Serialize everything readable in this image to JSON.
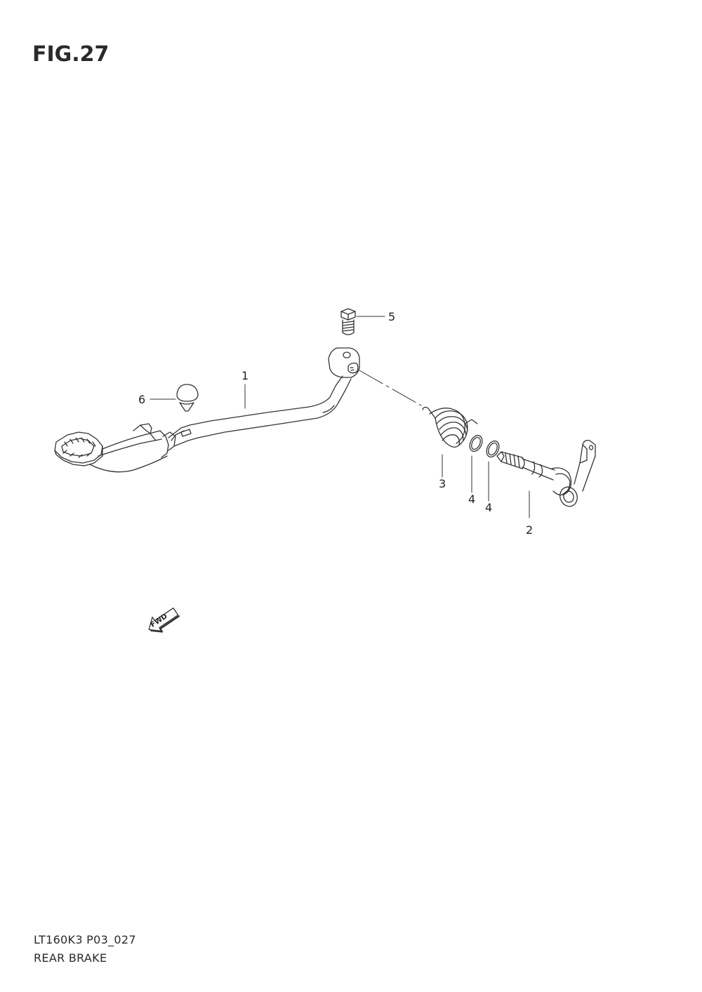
{
  "figure": {
    "title": "FIG.27"
  },
  "callouts": [
    {
      "id": "1",
      "label": "1"
    },
    {
      "id": "2",
      "label": "2"
    },
    {
      "id": "3",
      "label": "3"
    },
    {
      "id": "4a",
      "label": "4"
    },
    {
      "id": "4b",
      "label": "4"
    },
    {
      "id": "5",
      "label": "5"
    },
    {
      "id": "6",
      "label": "6"
    }
  ],
  "fwd_arrow": {
    "label": "FWD"
  },
  "footer": {
    "code": "LT160K3 P03_027",
    "section": "REAR BRAKE"
  },
  "colors": {
    "line": "#333333",
    "background": "#ffffff"
  }
}
